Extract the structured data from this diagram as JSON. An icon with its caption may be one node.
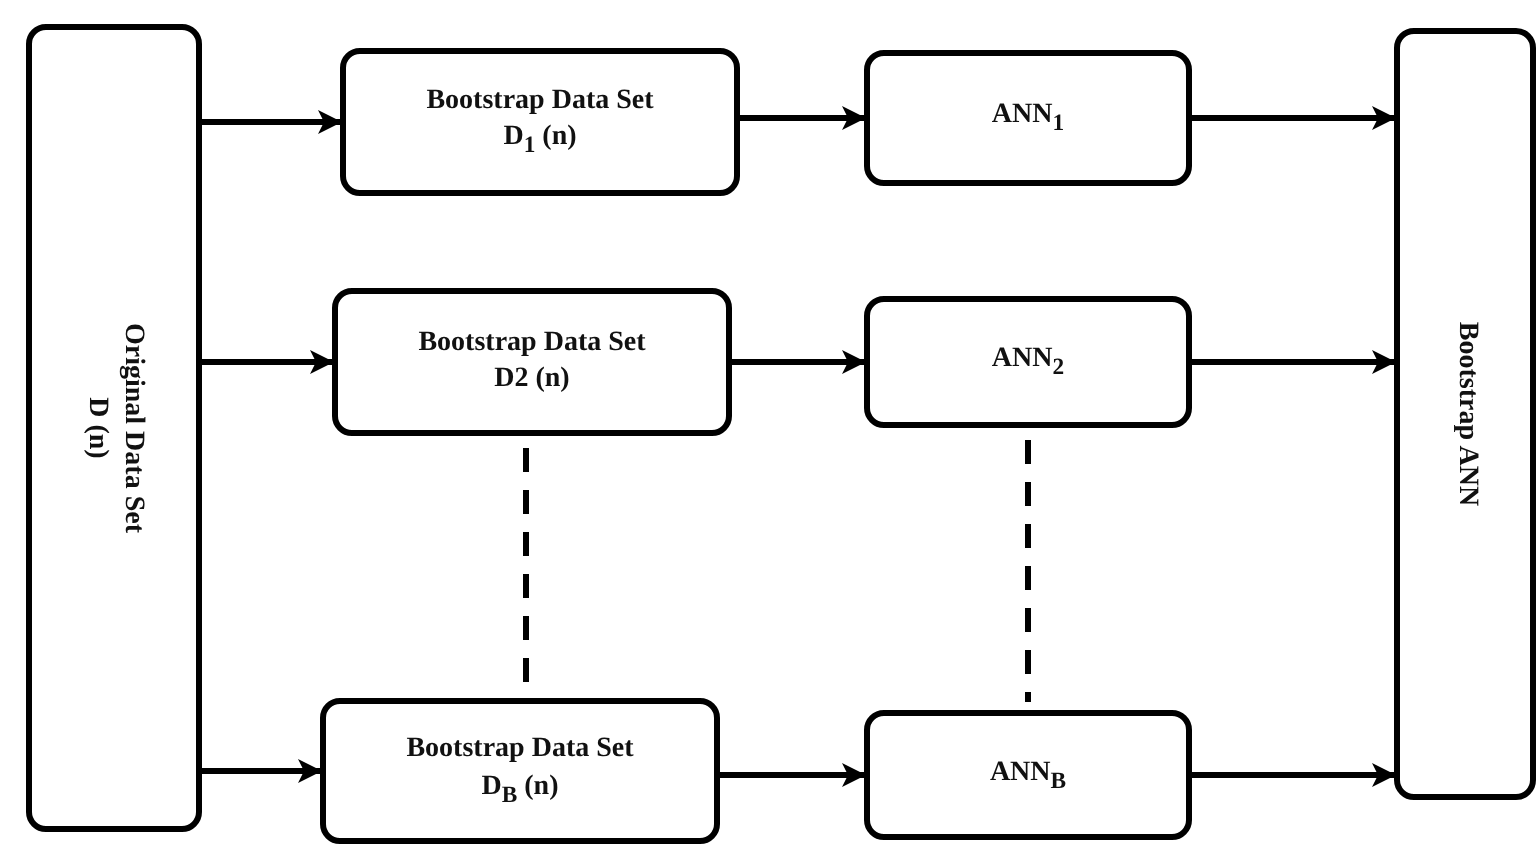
{
  "diagram": {
    "nodes": [
      {
        "text": [
          "Original Data Set",
          "D (n)"
        ]
      },
      {
        "text": [
          "Bootstrap Data Set",
          "D$_{1}$ (n)"
        ]
      },
      {
        "text": [
          "ANN$_{1}$"
        ]
      },
      {
        "text": [
          "Bootstrap Data Set",
          "D2 (n)"
        ]
      },
      {
        "text": [
          "ANN$_{2}$"
        ]
      },
      {
        "text": [
          "Bootstrap Data Set",
          "D$_{B}$ (n)"
        ]
      },
      {
        "text": [
          "ANN$_{B}$"
        ]
      },
      {
        "text": [
          "Bootstrap ANN"
        ]
      }
    ],
    "edges": [
      {
        "from": 0,
        "to": 1,
        "arrow": "to"
      },
      {
        "from": 1,
        "to": 2,
        "arrow": "to"
      },
      {
        "from": 2,
        "to": 7,
        "arrow": "to"
      },
      {
        "from": 0,
        "to": 3,
        "arrow": "to"
      },
      {
        "from": 3,
        "to": 4,
        "arrow": "to"
      },
      {
        "from": 4,
        "to": 7,
        "arrow": "to"
      },
      {
        "from": 0,
        "to": 5,
        "arrow": "to"
      },
      {
        "from": 5,
        "to": 6,
        "arrow": "to"
      },
      {
        "from": 6,
        "to": 7,
        "arrow": "to"
      },
      {
        "from": 3,
        "to": 5,
        "arrow": "none",
        "style": "dashed"
      },
      {
        "from": 4,
        "to": 6,
        "arrow": "none",
        "style": "dashed"
      }
    ]
  }
}
